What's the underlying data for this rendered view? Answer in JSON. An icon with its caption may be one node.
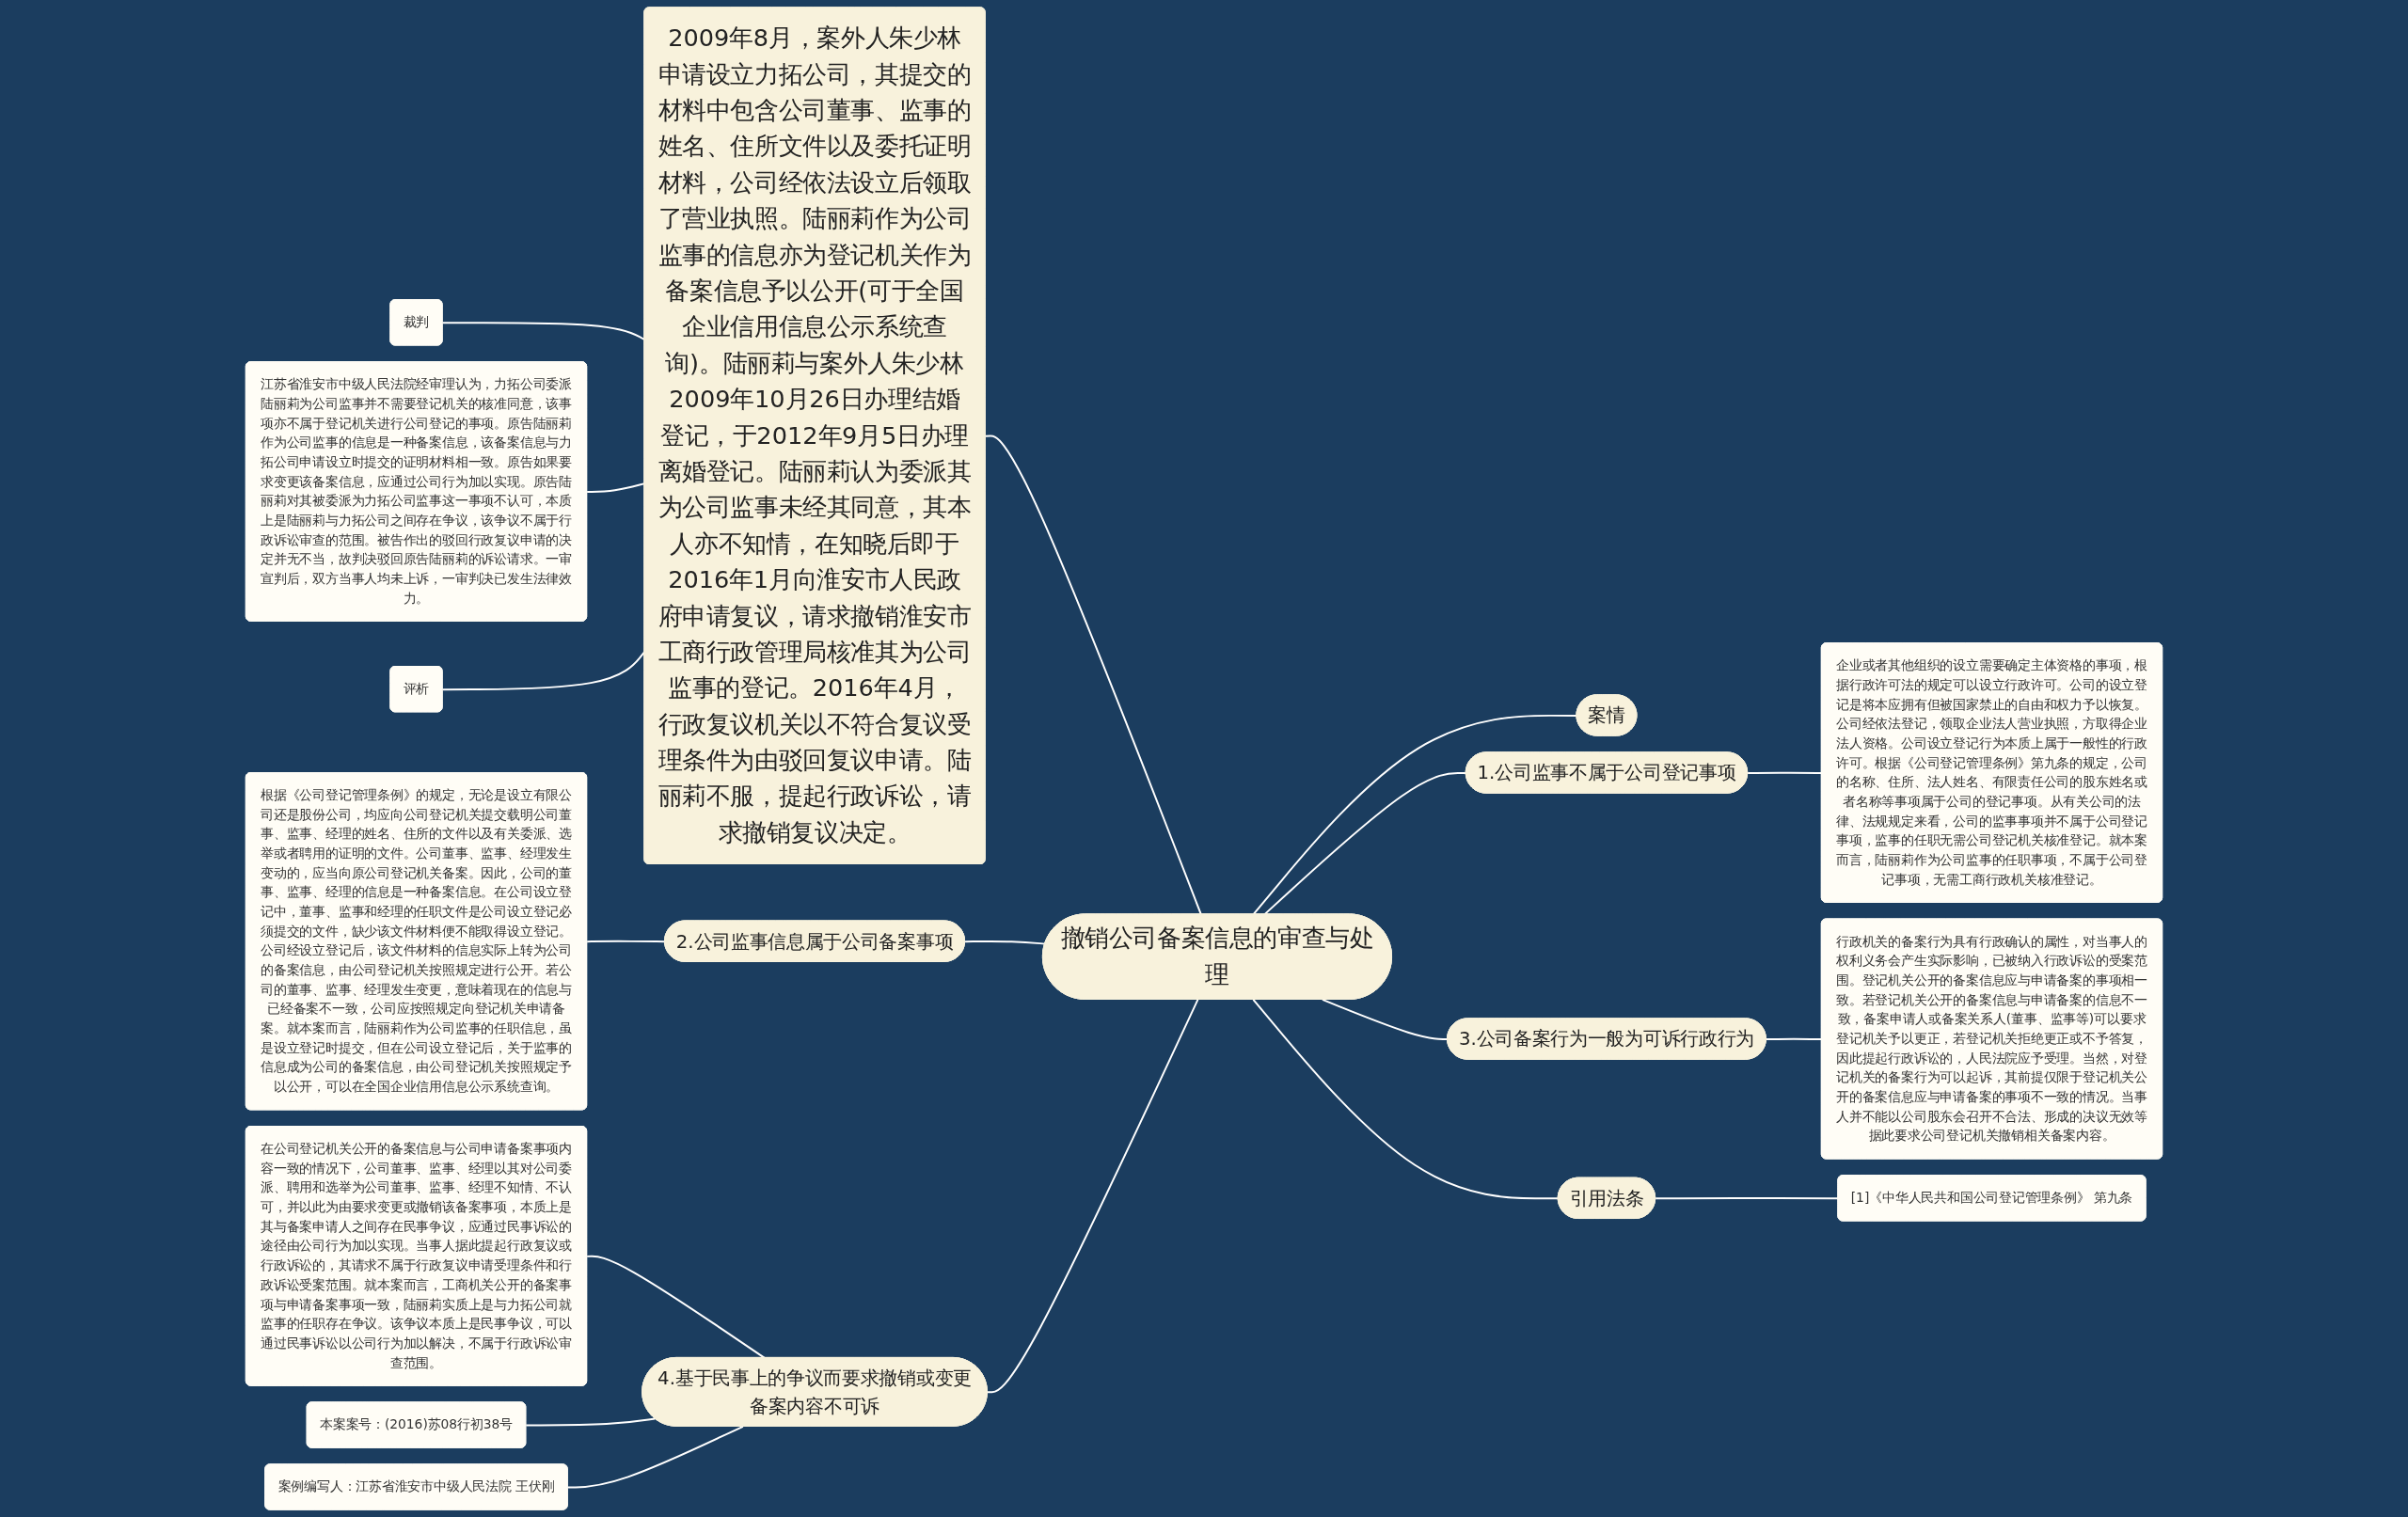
{
  "diagram": {
    "nodes": [
      {
        "text": [
          "撤销公司备案信息的审查与处理"
        ]
      },
      {
        "text": [
          "2009年8月，案外人朱少林申请设立力拓公司，其提交的材料中包含公司董事、监事的姓名、住所文件以及委托证明材料，公司经依法设立后领取了营业执照。陆丽莉作为公司监事的信息亦为登记机关作为备案信息予以公开(可于全国企业信用信息公示系统查询)。陆丽莉与案外人朱少林2009年10月26日办理结婚登记，于2012年9月5日办理离婚登记。陆丽莉认为委派其为公司监事未经其同意，其本人亦不知情，在知晓后即于2016年1月向淮安市人民政府申请复议，请求撤销淮安市工商行政管理局核准其为公司监事的登记。2016年4月，行政复议机关以不符合复议受理条件为由驳回复议申请。陆丽莉不服，提起行政诉讼，请求撤销复议决定。"
        ]
      },
      {
        "text": [
          "裁判"
        ]
      },
      {
        "text": [
          "江苏省淮安市中级人民法院经审理认为，力拓公司委派陆丽莉为公司监事并不需要登记机关的核准同意，该事项亦不属于登记机关进行公司登记的事项。原告陆丽莉作为公司监事的信息是一种备案信息，该备案信息与力拓公司申请设立时提交的证明材料相一致。原告如果要求变更该备案信息，应通过公司行为加以实现。原告陆丽莉对其被委派为力拓公司监事这一事项不认可，本质上是陆丽莉与力拓公司之间存在争议，该争议不属于行政诉讼审查的范围。被告作出的驳回行政复议申请的决定并无不当，故判决驳回原告陆丽莉的诉讼请求。一审宣判后，双方当事人均未上诉，一审判决已发生法律效力。"
        ]
      },
      {
        "text": [
          "评析"
        ]
      },
      {
        "text": [
          "案情"
        ]
      },
      {
        "text": [
          "1.公司监事不属于公司登记事项"
        ]
      },
      {
        "text": [
          "企业或者其他组织的设立需要确定主体资格的事项，根据行政许可法的规定可以设立行政许可。公司的设立登记是将本应拥有但被国家禁止的自由和权力予以恢复。公司经依法登记，领取企业法人营业执照，方取得企业法人资格。公司设立登记行为本质上属于一般性的行政许可。根据《公司登记管理条例》第九条的规定，公司的名称、住所、法人姓名、有限责任公司的股东姓名或者名称等事项属于公司的登记事项。从有关公司的法律、法规规定来看，公司的监事事项并不属于公司登记事项，监事的任职无需公司登记机关核准登记。就本案而言，陆丽莉作为公司监事的任职事项，不属于公司登记事项，无需工商行政机关核准登记。"
        ]
      },
      {
        "text": [
          "2.公司监事信息属于公司备案事项"
        ]
      },
      {
        "text": [
          "根据《公司登记管理条例》的规定，无论是设立有限公司还是股份公司，均应向公司登记机关提交载明公司董事、监事、经理的姓名、住所的文件以及有关委派、选举或者聘用的证明的文件。公司董事、监事、经理发生变动的，应当向原公司登记机关备案。因此，公司的董事、监事、经理的信息是一种备案信息。在公司设立登记中，董事、监事和经理的任职文件是公司设立登记必须提交的文件，缺少该文件材料便不能取得设立登记。公司经设立登记后，该文件材料的信息实际上转为公司的备案信息，由公司登记机关按照规定进行公开。若公司的董事、监事、经理发生变更，意味着现在的信息与已经备案不一致，公司应按照规定向登记机关申请备案。就本案而言，陆丽莉作为公司监事的任职信息，虽是设立登记时提交，但在公司设立登记后，关于监事的信息成为公司的备案信息，由公司登记机关按照规定予以公开，可以在全国企业信用信息公示系统查询。"
        ]
      },
      {
        "text": [
          "3.公司备案行为一般为可诉行政行为"
        ]
      },
      {
        "text": [
          "行政机关的备案行为具有行政确认的属性，对当事人的权利义务会产生实际影响，已被纳入行政诉讼的受案范围。登记机关公开的备案信息应与申请备案的事项相一致。若登记机关公开的备案信息与申请备案的信息不一致，备案申请人或备案关系人(董事、监事等)可以要求登记机关予以更正，若登记机关拒绝更正或不予答复，因此提起行政诉讼的，人民法院应予受理。当然，对登记机关的备案行为可以起诉，其前提仅限于登记机关公开的备案信息应与申请备案的事项不一致的情况。当事人并不能以公司股东会召开不合法、形成的决议无效等据此要求公司登记机关撤销相关备案内容。"
        ]
      },
      {
        "text": [
          "引用法条"
        ]
      },
      {
        "text": [
          "[1]《中华人民共和国公司登记管理条例》 第九条"
        ]
      },
      {
        "text": [
          "4.基于民事上的争议而要求撤销或变更备案内容不可诉"
        ]
      },
      {
        "text": [
          "在公司登记机关公开的备案信息与公司申请备案事项内容一致的情况下，公司董事、监事、经理以其对公司委派、聘用和选举为公司董事、监事、经理不知情、不认可，并以此为由要求变更或撤销该备案事项，本质上是其与备案申请人之间存在民事争议，应通过民事诉讼的途径由公司行为加以实现。当事人据此提起行政复议或行政诉讼的，其请求不属于行政复议申请受理条件和行政诉讼受案范围。就本案而言，工商机关公开的备案事项与申请备案事项一致，陆丽莉实质上是与力拓公司就监事的任职存在争议。该争议本质上是民事争议，可以通过民事诉讼以公司行为加以解决，不属于行政诉讼审查范围。"
        ]
      },
      {
        "text": [
          "本案案号：(2016)苏08行初38号"
        ]
      },
      {
        "text": [
          "案例编写人：江苏省淮安市中级人民法院 王伏刚"
        ]
      }
    ],
    "edges": [
      {
        "from": 0,
        "to": 1,
        "arrow": "none"
      },
      {
        "from": 1,
        "to": 2,
        "arrow": "none"
      },
      {
        "from": 1,
        "to": 3,
        "arrow": "none"
      },
      {
        "from": 1,
        "to": 4,
        "arrow": "none"
      },
      {
        "from": 0,
        "to": 5,
        "arrow": "none"
      },
      {
        "from": 0,
        "to": 6,
        "arrow": "none"
      },
      {
        "from": 6,
        "to": 7,
        "arrow": "none"
      },
      {
        "from": 0,
        "to": 8,
        "arrow": "none"
      },
      {
        "from": 8,
        "to": 9,
        "arrow": "none"
      },
      {
        "from": 0,
        "to": 10,
        "arrow": "none"
      },
      {
        "from": 10,
        "to": 11,
        "arrow": "none"
      },
      {
        "from": 0,
        "to": 12,
        "arrow": "none"
      },
      {
        "from": 12,
        "to": 13,
        "arrow": "none"
      },
      {
        "from": 0,
        "to": 14,
        "arrow": "none"
      },
      {
        "from": 14,
        "to": 15,
        "arrow": "none"
      },
      {
        "from": 14,
        "to": 16,
        "arrow": "none"
      },
      {
        "from": 14,
        "to": 17,
        "arrow": "none"
      }
    ]
  }
}
